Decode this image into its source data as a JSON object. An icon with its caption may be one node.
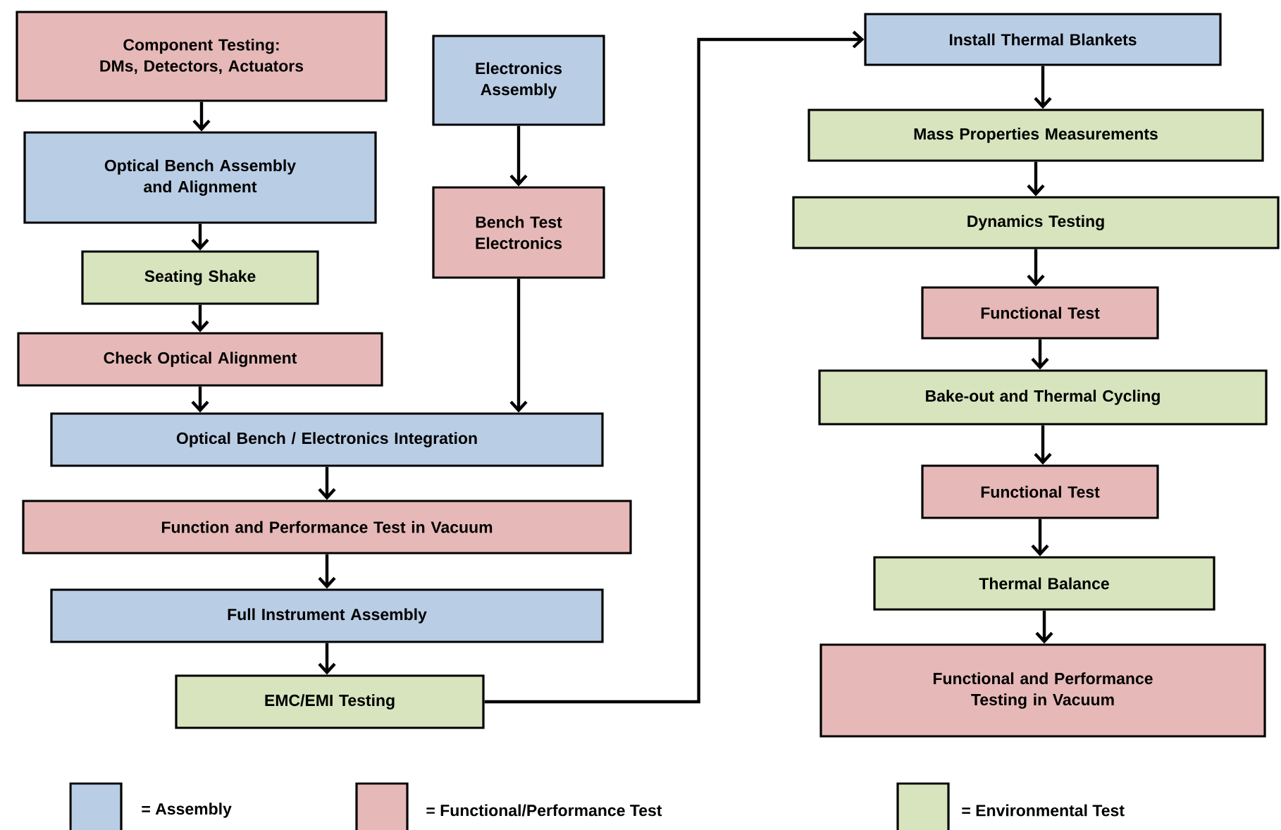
{
  "diagram": {
    "nodes": [
      {
        "text": [
          "Component Testing:",
          "DMs, Detectors, Actuators"
        ]
      },
      {
        "text": [
          "Electronics Assembly"
        ]
      },
      {
        "text": [
          "Optical Bench Assembly and Alignment"
        ]
      },
      {
        "text": [
          "Bench Test Electronics"
        ]
      },
      {
        "text": [
          "Seating Shake"
        ]
      },
      {
        "text": [
          "Check Optical Alignment"
        ]
      },
      {
        "text": [
          "Optical Bench / Electronics Integration"
        ]
      },
      {
        "text": [
          "Function and Performance Test in Vacuum"
        ]
      },
      {
        "text": [
          "Full Instrument Assembly"
        ]
      },
      {
        "text": [
          "EMC/EMI Testing"
        ]
      },
      {
        "text": [
          "Install Thermal Blankets"
        ]
      },
      {
        "text": [
          "Mass Properties Measurements"
        ]
      },
      {
        "text": [
          "Dynamics Testing"
        ]
      },
      {
        "text": [
          "Functional Test"
        ]
      },
      {
        "text": [
          "Bake-out and Thermal Cycling"
        ]
      },
      {
        "text": [
          "Functional Test"
        ]
      },
      {
        "text": [
          "Thermal Balance"
        ]
      },
      {
        "text": [
          "Functional and Performance Testing in Vacuum"
        ]
      }
    ],
    "edges": [
      {
        "from": 0,
        "to": 2,
        "arrow": "to"
      },
      {
        "from": 1,
        "to": 3,
        "arrow": "to"
      },
      {
        "from": 2,
        "to": 4,
        "arrow": "to"
      },
      {
        "from": 4,
        "to": 5,
        "arrow": "to"
      },
      {
        "from": 5,
        "to": 6,
        "arrow": "to"
      },
      {
        "from": 3,
        "to": 6,
        "arrow": "to"
      },
      {
        "from": 6,
        "to": 7,
        "arrow": "to"
      },
      {
        "from": 7,
        "to": 8,
        "arrow": "to"
      },
      {
        "from": 8,
        "to": 9,
        "arrow": "to"
      },
      {
        "from": 9,
        "to": 10,
        "arrow": "to"
      },
      {
        "from": 10,
        "to": 11,
        "arrow": "to"
      },
      {
        "from": 11,
        "to": 12,
        "arrow": "to"
      },
      {
        "from": 12,
        "to": 13,
        "arrow": "to"
      },
      {
        "from": 13,
        "to": 14,
        "arrow": "to"
      },
      {
        "from": 14,
        "to": 15,
        "arrow": "to"
      },
      {
        "from": 15,
        "to": 16,
        "arrow": "to"
      },
      {
        "from": 16,
        "to": 17,
        "arrow": "to"
      }
    ],
    "legend": [
      {
        "text": "= Assembly",
        "color": "#b9cde5"
      },
      {
        "text": "= Functional/Performance Test",
        "color": "#e6b9b8"
      },
      {
        "text": "= Environmental Test",
        "color": "#d7e4bd"
      }
    ]
  }
}
